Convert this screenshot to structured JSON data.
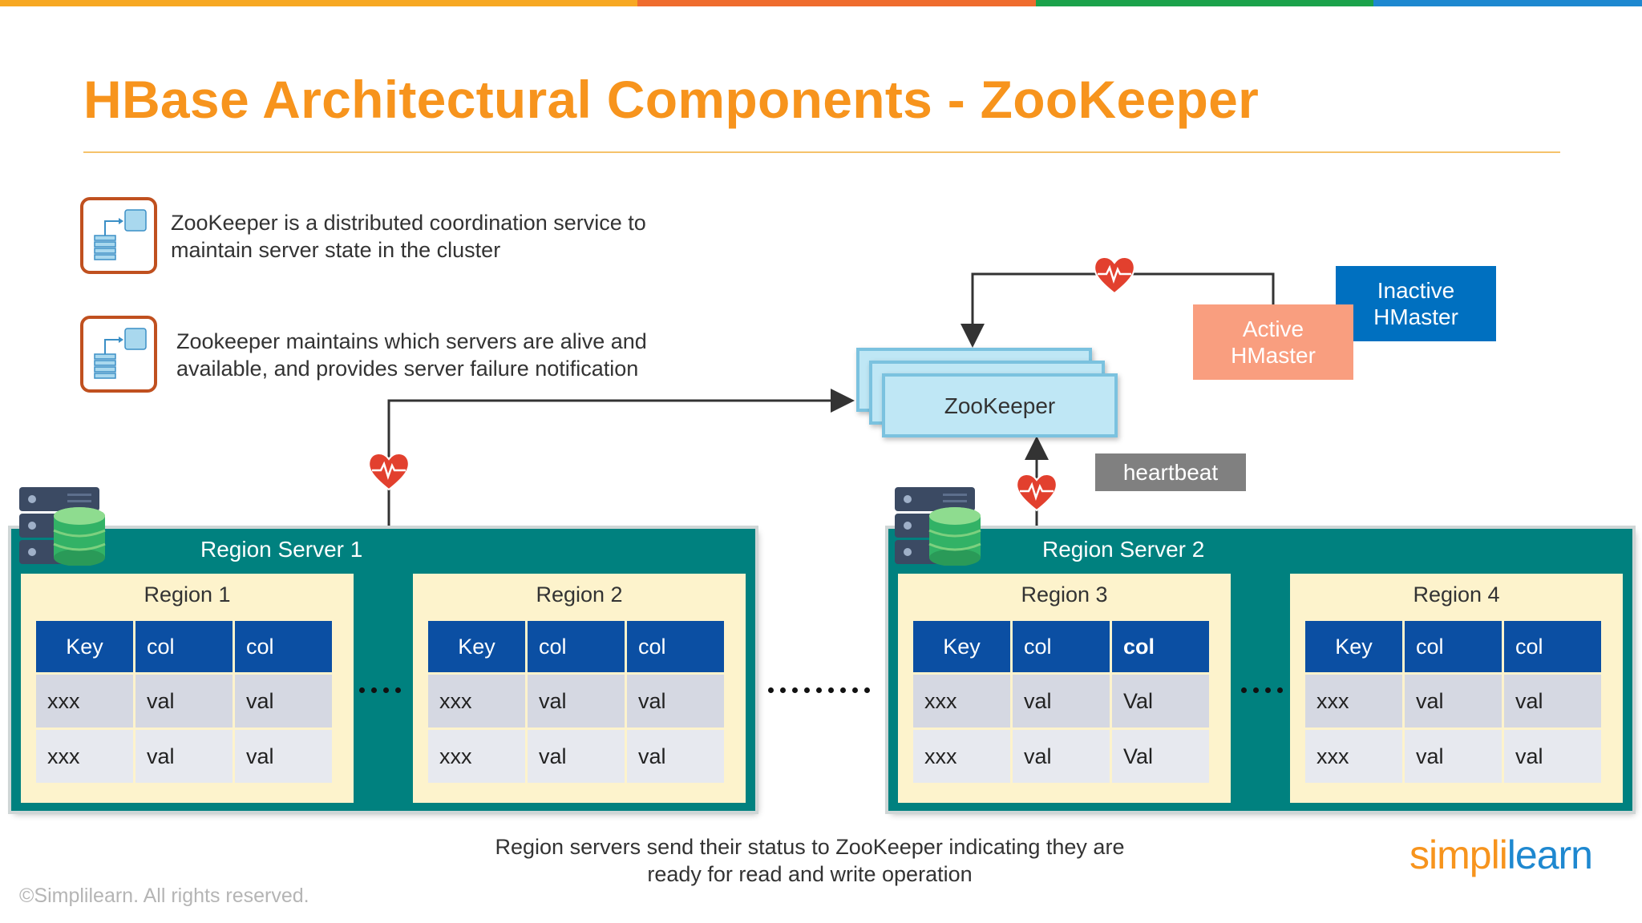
{
  "colors": {
    "title": "#f7941d",
    "server_bg": "#00817f",
    "region_bg": "#fdf3cc",
    "table_header": "#0b4fa3",
    "active_hmaster": "#f99e7f",
    "inactive_hmaster": "#0070c0",
    "zookeeper": "#bfe7f5",
    "heartbeat_label": "#808080",
    "topbar": [
      "#f7a823",
      "#ef6c2e",
      "#1ba24b",
      "#1e88d0"
    ]
  },
  "icons": [
    "server-db-icon",
    "heartbeat-icon",
    "workflow-icon"
  ],
  "title": "HBase Architectural Components - ZooKeeper",
  "bullets": [
    {
      "line1": "ZooKeeper is a distributed coordination service to",
      "line2": "maintain server state in the cluster"
    },
    {
      "line1": "Zookeeper maintains which servers are alive and",
      "line2": "available, and provides server failure notification"
    }
  ],
  "zookeeper_label": "ZooKeeper",
  "active_hmaster": {
    "line1": "Active",
    "line2": "HMaster"
  },
  "inactive_hmaster": {
    "line1": "Inactive",
    "line2": "HMaster"
  },
  "heartbeat_label": "heartbeat",
  "servers": [
    {
      "title": "Region Server 1",
      "regions": [
        {
          "title": "Region 1",
          "header": [
            "Key",
            "col",
            "col"
          ],
          "rows": [
            [
              "xxx",
              "val",
              "val"
            ],
            [
              "xxx",
              "val",
              "val"
            ]
          ]
        },
        {
          "title": "Region 2",
          "header": [
            "Key",
            "col",
            "col"
          ],
          "rows": [
            [
              "xxx",
              "val",
              "val"
            ],
            [
              "xxx",
              "val",
              "val"
            ]
          ]
        }
      ]
    },
    {
      "title": "Region Server 2",
      "regions": [
        {
          "title": "Region 3",
          "header": [
            "Key",
            "col",
            "col"
          ],
          "rows": [
            [
              "xxx",
              "val",
              "Val"
            ],
            [
              "xxx",
              "val",
              "Val"
            ]
          ]
        },
        {
          "title": "Region 4",
          "header": [
            "Key",
            "col",
            "col"
          ],
          "rows": [
            [
              "xxx",
              "val",
              "val"
            ],
            [
              "xxx",
              "val",
              "val"
            ]
          ]
        }
      ]
    }
  ],
  "caption": {
    "line1": "Region servers send their status to ZooKeeper indicating they are",
    "line2": "ready for read and write operation"
  },
  "copyright": "©Simplilearn. All rights reserved.",
  "logo": {
    "part1": "simpl",
    "part2": "i",
    "part3": "learn"
  }
}
